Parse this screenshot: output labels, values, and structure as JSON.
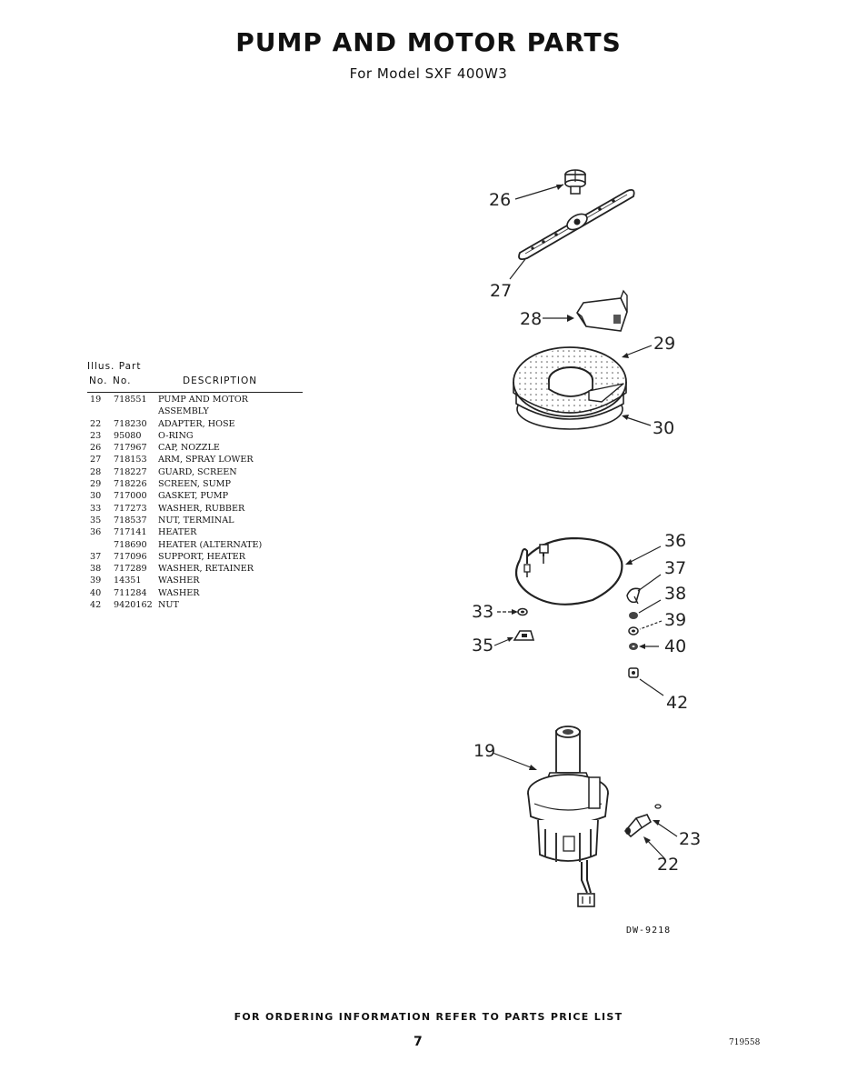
{
  "header": {
    "title": "PUMP AND MOTOR PARTS",
    "subtitle": "For Model SXF 400W3"
  },
  "table": {
    "head_line1": "Illus. Part",
    "head_col_no": "No.",
    "head_col_part": "No.",
    "head_col_desc": "DESCRIPTION",
    "rows": [
      {
        "no": "19",
        "part": "718551",
        "desc": "PUMP AND MOTOR"
      },
      {
        "no": "",
        "part": "",
        "desc": "ASSEMBLY"
      },
      {
        "no": "22",
        "part": "718230",
        "desc": "ADAPTER, HOSE"
      },
      {
        "no": "23",
        "part": "95080",
        "desc": "O-RING"
      },
      {
        "no": "26",
        "part": "717967",
        "desc": "CAP, NOZZLE"
      },
      {
        "no": "27",
        "part": "718153",
        "desc": "ARM, SPRAY LOWER"
      },
      {
        "no": "28",
        "part": "718227",
        "desc": "GUARD, SCREEN"
      },
      {
        "no": "29",
        "part": "718226",
        "desc": "SCREEN, SUMP"
      },
      {
        "no": "30",
        "part": "717000",
        "desc": "GASKET, PUMP"
      },
      {
        "no": "33",
        "part": "717273",
        "desc": "WASHER, RUBBER"
      },
      {
        "no": "35",
        "part": "718537",
        "desc": "NUT, TERMINAL"
      },
      {
        "no": "36",
        "part": "717141",
        "desc": "HEATER"
      },
      {
        "no": "",
        "part": "718690",
        "desc": "HEATER (ALTERNATE)"
      },
      {
        "no": "37",
        "part": "717096",
        "desc": "SUPPORT, HEATER"
      },
      {
        "no": "38",
        "part": "717289",
        "desc": "WASHER, RETAINER"
      },
      {
        "no": "39",
        "part": "14351",
        "desc": "WASHER"
      },
      {
        "no": "40",
        "part": "711284",
        "desc": "WASHER"
      },
      {
        "no": "42",
        "part": "9420162",
        "desc": "NUT"
      }
    ]
  },
  "diagram": {
    "callouts": {
      "c26": "26",
      "c27": "27",
      "c28": "28",
      "c29": "29",
      "c30": "30",
      "c36": "36",
      "c37": "37",
      "c38": "38",
      "c39": "39",
      "c40": "40",
      "c33": "33",
      "c35": "35",
      "c42": "42",
      "c19": "19",
      "c23": "23",
      "c22": "22"
    },
    "figure_id": "DW-9218"
  },
  "footer": {
    "ordering_note": "FOR ORDERING INFORMATION REFER TO PARTS PRICE LIST",
    "page_number": "7",
    "doc_code": "719558"
  }
}
